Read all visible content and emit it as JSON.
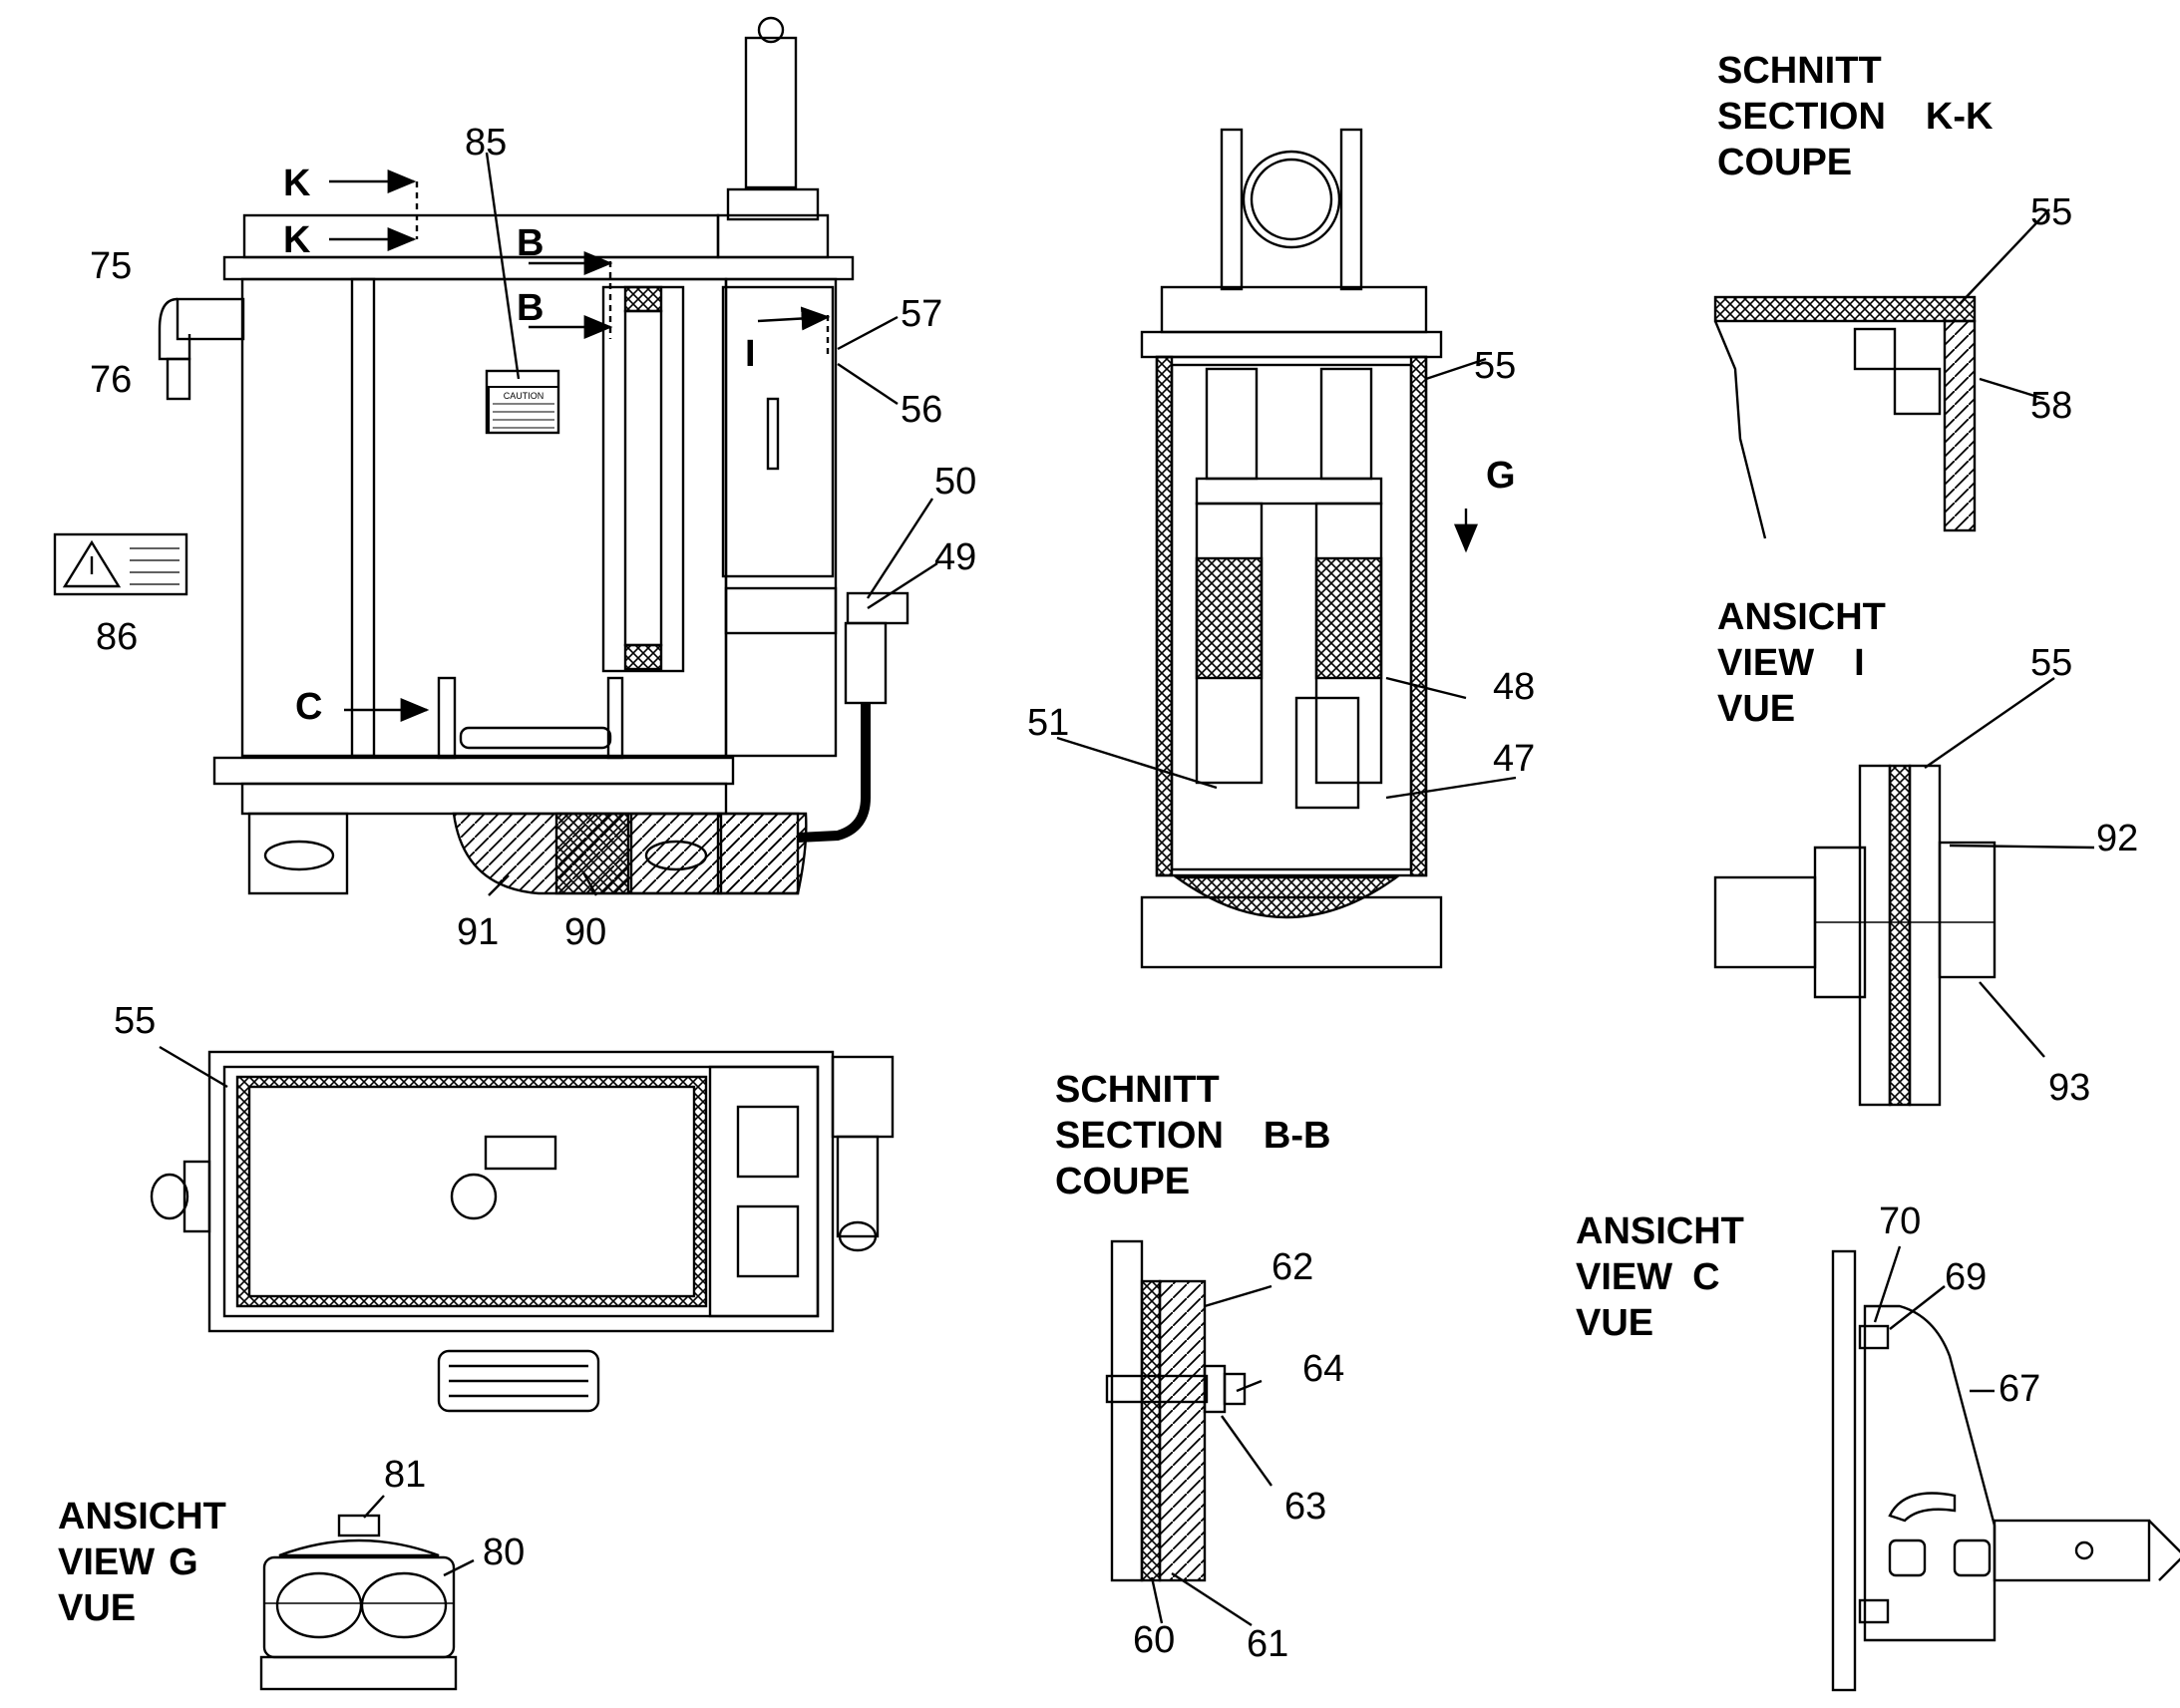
{
  "titles": {
    "section_kk": {
      "line1": "SCHNITT",
      "line2": "SECTION",
      "tag": "K-K",
      "line3": "COUPE"
    },
    "view_i": {
      "line1": "ANSICHT",
      "line2": "VIEW",
      "tag": "I",
      "line3": "VUE"
    },
    "section_bb": {
      "line1": "SCHNITT",
      "line2": "SECTION",
      "tag": "B-B",
      "line3": "COUPE"
    },
    "view_c": {
      "line1": "ANSICHT",
      "line2": "VIEW",
      "tag": "C",
      "line3": "VUE"
    },
    "view_g": {
      "line1": "ANSICHT",
      "line2": "VIEW",
      "tag": "G",
      "line3": "VUE"
    }
  },
  "section_markers": {
    "k1": "K",
    "k2": "K",
    "b1": "B",
    "b2": "B",
    "c": "C",
    "i": "I",
    "g": "G"
  },
  "part_labels": {
    "p85": "85",
    "p75": "75",
    "p76": "76",
    "p86": "86",
    "p57": "57",
    "p56": "56",
    "p50": "50",
    "p49": "49",
    "p91": "91",
    "p90": "90",
    "p55_front": "55",
    "p51": "51",
    "p48": "48",
    "p47": "47",
    "p55_kk": "55",
    "p58": "58",
    "p55_i": "55",
    "p92": "92",
    "p93": "93",
    "p55_top": "55",
    "p62": "62",
    "p64": "64",
    "p63": "63",
    "p60": "60",
    "p61": "61",
    "p70": "70",
    "p69": "69",
    "p67": "67",
    "p81": "81",
    "p80": "80"
  },
  "caution_plate": {
    "heading": "CAUTION"
  },
  "colors": {
    "line": "#000000",
    "background": "#ffffff",
    "hatch": "#000000"
  }
}
